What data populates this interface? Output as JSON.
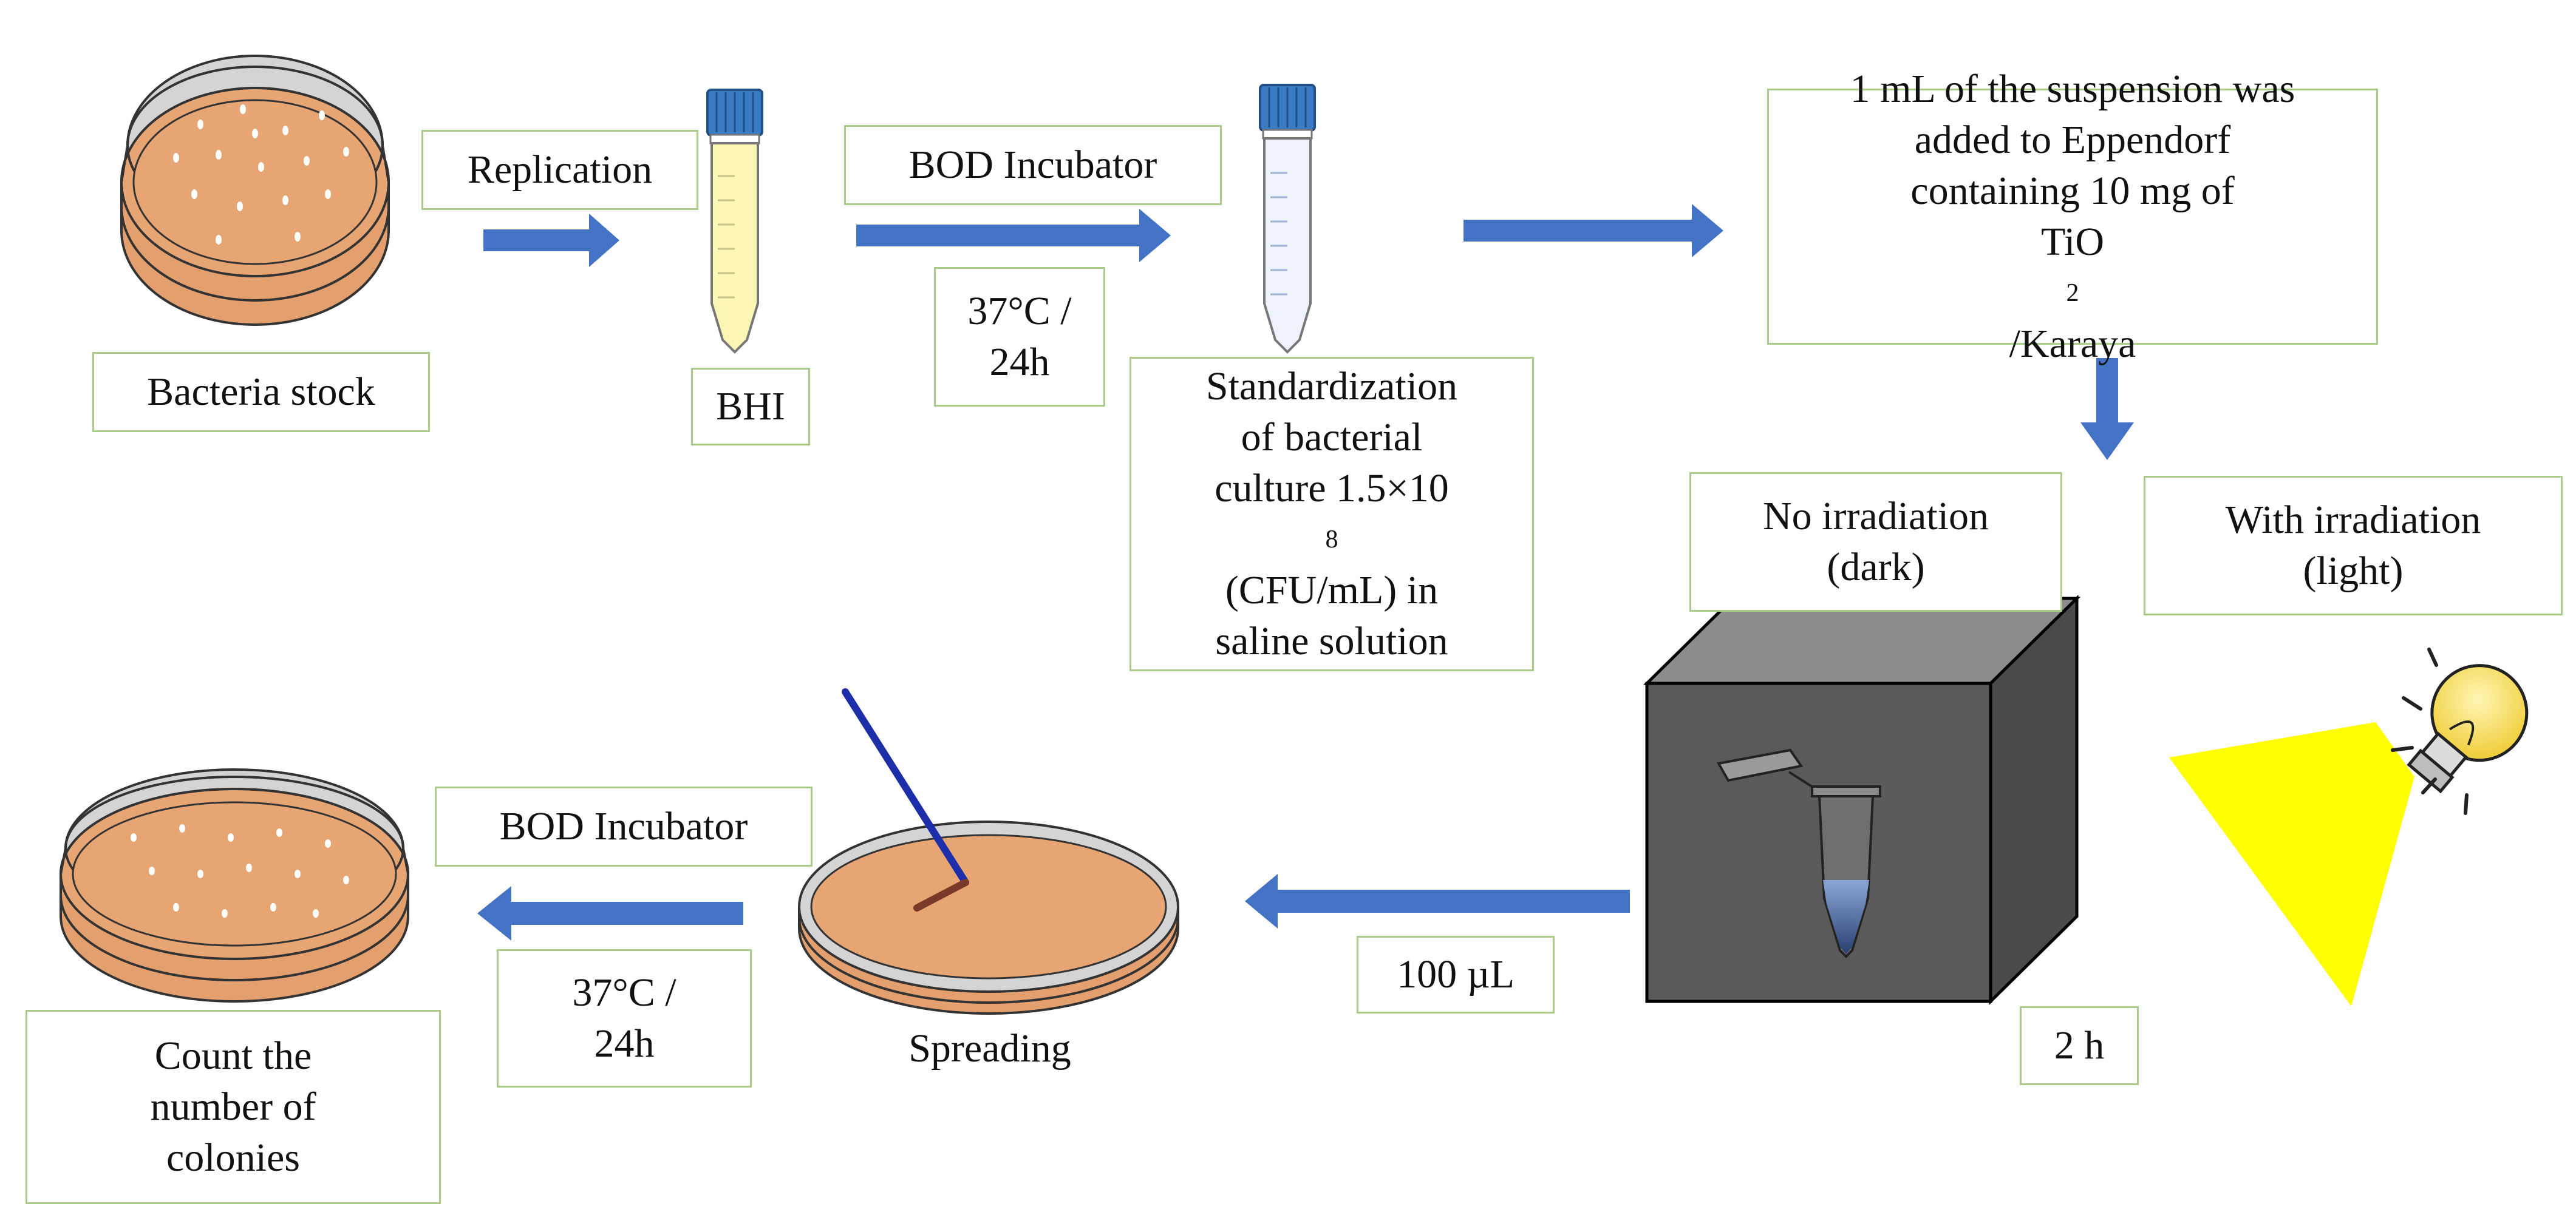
{
  "diagram": {
    "steps": {
      "bacteria_stock": "Bacteria stock",
      "replication": "Replication",
      "bhi": "BHI",
      "bod_incubator_1": "BOD Incubator",
      "incubation_1": [
        "37°C /",
        "24h"
      ],
      "standardization": [
        "Standardization",
        "of bacterial",
        "culture 1.5×10",
        "(CFU/mL) in",
        "saline solution"
      ],
      "standardization_exponent": "8",
      "suspension": [
        "1 mL of the suspension was",
        "added to Eppendorf",
        "containing 10 mg of"
      ],
      "suspension_last_line": {
        "prefix": "TiO",
        "subscript": "2",
        "suffix": "/Karaya"
      },
      "no_irradiation": [
        "No irradiation",
        "(dark)"
      ],
      "with_irradiation": [
        "With irradiation",
        "(light)"
      ],
      "duration": "2 h",
      "volume": "100 µL",
      "spreading": "Spreading",
      "bod_incubator_2": "BOD Incubator",
      "incubation_2": [
        "37°C /",
        "24h"
      ],
      "count": [
        "Count the",
        "number of",
        "colonies"
      ]
    },
    "colors": {
      "label_border": "#a9cc8a",
      "arrow": "#4472c4",
      "agar": "#e8a574",
      "dish_rim": "#c9c9c9",
      "tube_cap": "#3a7cc4",
      "bhi_broth": "#fbf6b4",
      "dark_box": "#5a5a5a",
      "light_beam": "#ffff00",
      "bulb": "#f9e46c"
    }
  }
}
